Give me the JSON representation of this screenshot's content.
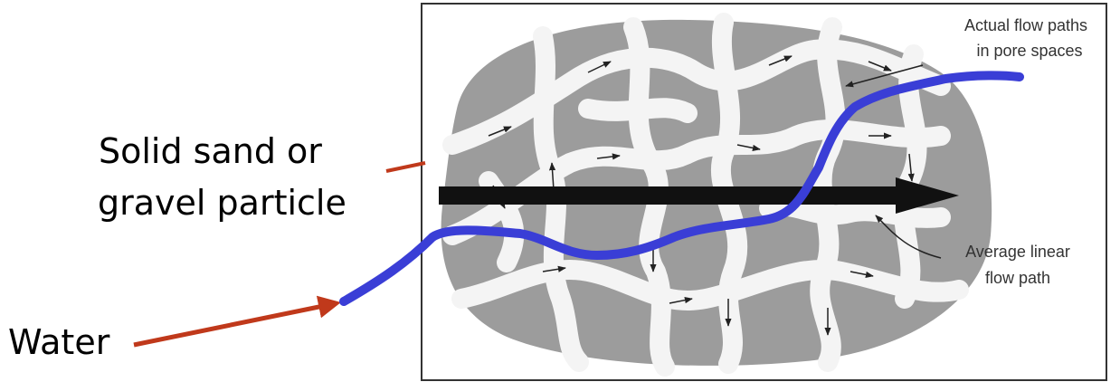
{
  "labels": {
    "solid_particle_line1": "Solid sand or",
    "solid_particle_line2": "gravel particle",
    "water": "Water",
    "actual_paths_line1": "Actual flow paths",
    "actual_paths_line2": "in pore spaces",
    "average_path_line1": "Average linear",
    "average_path_line2": "flow path"
  },
  "colors": {
    "flow_line": "#3a3ed6",
    "pointer": "#c0391b",
    "arrow": "#111111",
    "particle": "#9c9c9c",
    "pore": "#f4f4f4"
  }
}
